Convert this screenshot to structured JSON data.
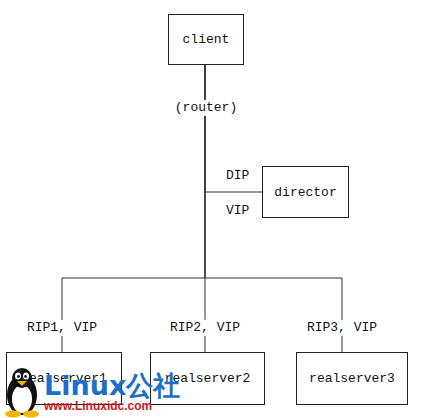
{
  "diagram": {
    "nodes": [
      {
        "text": [
          "client"
        ]
      },
      {
        "text": [
          "director"
        ]
      },
      {
        "text": [
          "realserver1"
        ]
      },
      {
        "text": [
          "realserver2"
        ]
      },
      {
        "text": [
          "realserver3"
        ]
      }
    ],
    "edges": [
      {
        "from": 0,
        "to": 2,
        "arrow": "none"
      },
      {
        "from": 0,
        "to": 3,
        "arrow": "none"
      },
      {
        "from": 0,
        "to": 4,
        "arrow": "none"
      },
      {
        "from": 1,
        "to": 0,
        "arrow": "none"
      }
    ],
    "labels": [
      "(router)",
      "DIP",
      "VIP",
      "RIP1, VIP",
      "RIP2, VIP",
      "RIP3, VIP",
      "Linux公社",
      "www.Linuxidc.com"
    ]
  }
}
